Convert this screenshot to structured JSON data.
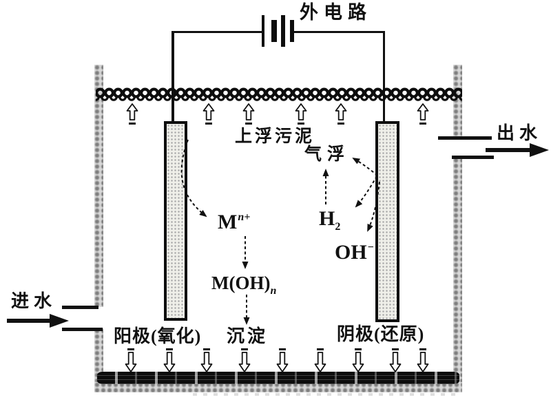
{
  "labels": {
    "external_circuit": "外电路",
    "floating_sludge": "上浮污泥",
    "air_flotation": "气浮",
    "water_in": "进水",
    "water_out": "出水",
    "anode": "阳极(氧化)",
    "precipitation": "沉淀",
    "cathode": "阴极(还原)"
  },
  "chemistry": {
    "metal_ion": {
      "base": "M",
      "sup": "n+"
    },
    "metal_hydroxide": {
      "base": "M(OH)",
      "sub": "n"
    },
    "hydrogen": {
      "base": "H",
      "sub": "2"
    },
    "hydroxide": {
      "base": "OH",
      "sup": "−"
    }
  },
  "icons": {
    "battery": "battery-icon",
    "bubble_up_arrow": "bubble-up-arrow-icon",
    "settle_down_arrow": "settle-down-arrow-icon",
    "inlet_flow_arrow": "flow-arrow-right-icon",
    "outlet_flow_arrow": "flow-arrow-right-icon",
    "dashed_reaction_arrow": "dashed-arrow-icon"
  },
  "colors": {
    "ink": "#111111",
    "wall-gray": "#9a9a9a",
    "electrode-fill": "#efefe9",
    "background": "#ffffff"
  }
}
